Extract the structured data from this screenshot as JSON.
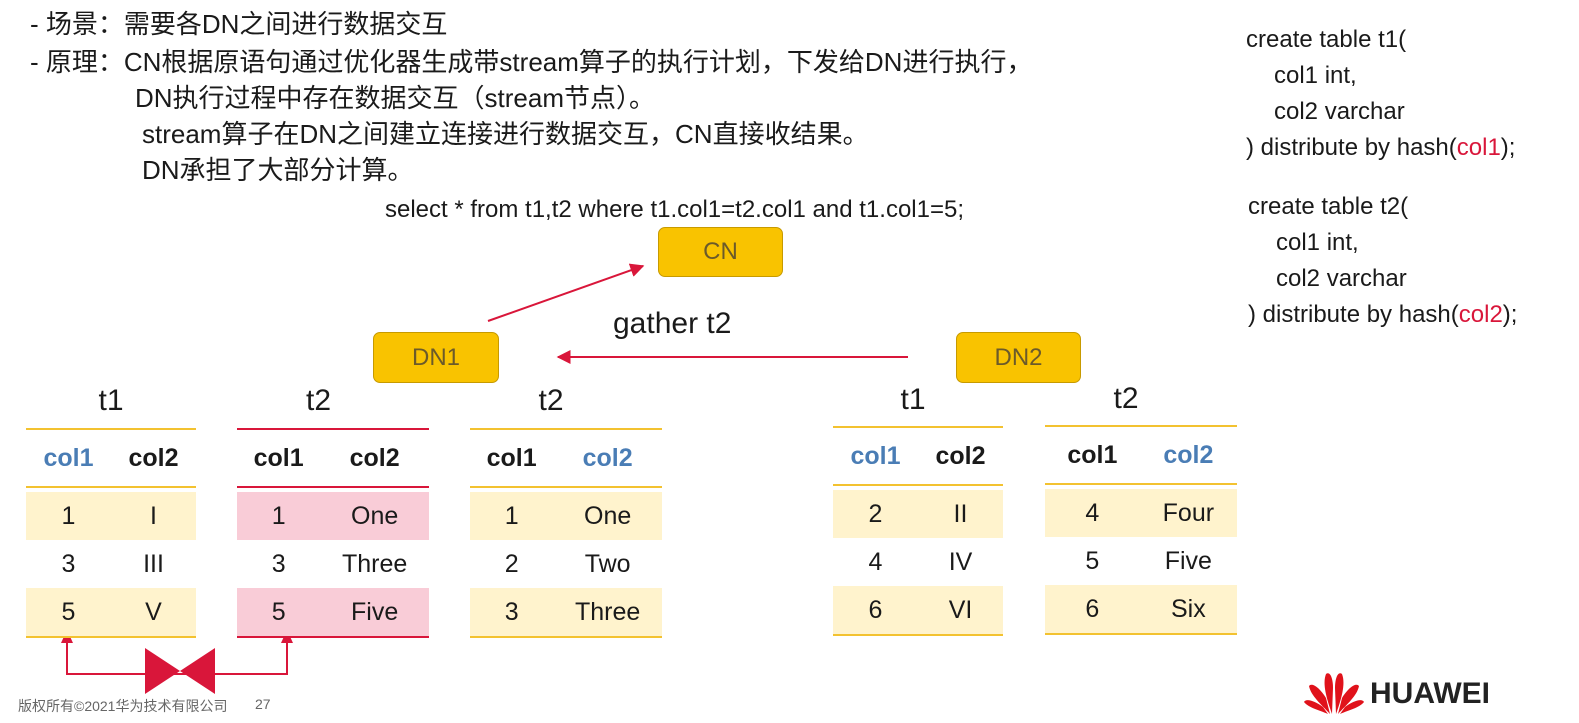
{
  "bullets": {
    "line1": "- 场景：需要各DN之间进行数据交互",
    "line2": "- 原理：CN根据原语句通过优化器生成带stream算子的执行计划，下发给DN进行执行，",
    "line3": "DN执行过程中存在数据交互（stream节点）。",
    "line4": "stream算子在DN之间建立连接进行数据交互，CN直接收结果。",
    "line5": "DN承担了大部分计算。"
  },
  "sql": "select * from t1,t2 where t1.col1=t2.col1 and t1.col1=5;",
  "ddl": {
    "t1": {
      "line1": "create table t1(",
      "line2": "col1 int,",
      "line3": "col2 varchar",
      "line4_prefix": ") distribute by hash(",
      "line4_key": "col1",
      "line4_suffix": ");"
    },
    "t2": {
      "line1": "create table t2(",
      "line2": "col1 int,",
      "line3": "col2 varchar",
      "line4_prefix": ") distribute by hash(",
      "line4_key": "col2",
      "line4_suffix": ");"
    }
  },
  "nodes": {
    "cn": "CN",
    "dn1": "DN1",
    "dn2": "DN2"
  },
  "edge_label": "gather t2",
  "tables": {
    "dn1_t1": {
      "name": "t1",
      "headers": [
        "col1",
        "col2"
      ],
      "rows": [
        [
          "1",
          "I"
        ],
        [
          "3",
          "III"
        ],
        [
          "5",
          "V"
        ]
      ]
    },
    "dn1_t2": {
      "name": "t2",
      "headers": [
        "col1",
        "col2"
      ],
      "rows": [
        [
          "1",
          "One"
        ],
        [
          "3",
          "Three"
        ],
        [
          "5",
          "Five"
        ]
      ]
    },
    "dn1_t2_gathered": {
      "name": "t2",
      "headers": [
        "col1",
        "col2"
      ],
      "rows": [
        [
          "1",
          "One"
        ],
        [
          "2",
          "Two"
        ],
        [
          "3",
          "Three"
        ]
      ]
    },
    "dn2_t1": {
      "name": "t1",
      "headers": [
        "col1",
        "col2"
      ],
      "rows": [
        [
          "2",
          "II"
        ],
        [
          "4",
          "IV"
        ],
        [
          "6",
          "VI"
        ]
      ]
    },
    "dn2_t2": {
      "name": "t2",
      "headers": [
        "col1",
        "col2"
      ],
      "rows": [
        [
          "4",
          "Four"
        ],
        [
          "5",
          "Five"
        ],
        [
          "6",
          "Six"
        ]
      ]
    }
  },
  "footer": {
    "copyright": "版权所有©2021华为技术有限公司",
    "page": "27"
  },
  "logo": {
    "text": "HUAWEI",
    "icon": "huawei-petal-icon"
  },
  "colors": {
    "accent_red": "#d9163a",
    "node_yellow": "#f9c300",
    "key_blue": "#4a7db5",
    "row_yellow": "#fff3cd",
    "row_pink": "#f9ccd7"
  }
}
